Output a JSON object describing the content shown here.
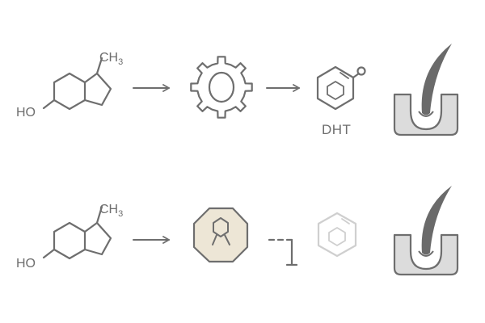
{
  "rows": [
    {
      "steroid": {
        "substituent_main": "CH",
        "substituent_sub": "3",
        "hydroxyl_label": "HO"
      },
      "product_label": "DHT"
    },
    {
      "steroid": {
        "substituent_main": "CH",
        "substituent_sub": "3",
        "hydroxyl_label": "HO"
      }
    }
  ],
  "colors": {
    "line": "#6e6e6e",
    "faded_line": "#cfcfcf",
    "inhibitor_fill": "#ede6d6",
    "follicle_fill": "#dcdcdc",
    "hair": "#6a6a6a"
  },
  "icons": [
    "steroid-structure-icon",
    "arrow-icon",
    "enzyme-gear-icon",
    "dht-molecule-icon",
    "hair-follicle-icon",
    "inhibitor-badge-icon",
    "blocked-arrow-icon"
  ]
}
